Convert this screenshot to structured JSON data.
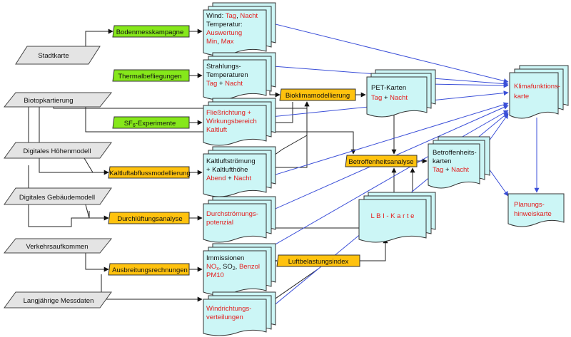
{
  "inputs": {
    "stadtkarte": "Stadtkarte",
    "biotop": "Biotopkartierung",
    "hoehen": "Digitales Höhenmodell",
    "gebaeude": "Digitales Gebäudemodell",
    "verkehr": "Verkehrsaufkommen",
    "messdaten": "Langjährige Messdaten"
  },
  "green": {
    "boden": "Bodenmesskampagne",
    "thermal": "Thermalbefliegungen",
    "sf_pre": "SF",
    "sf_sub": "6",
    "sf_post": "-Experimente"
  },
  "orange": {
    "bioklima": "Bioklimamodellierung",
    "kaltluft": "Kaltluftabflussmodellierung",
    "durchlueftung": "Durchlüftungsanalyse",
    "ausbreitung": "Ausbreitungsrechnungen",
    "luftbelastung": "Luftbelastungsindex",
    "betroffenheit": "Betroffenheitsanalyse"
  },
  "docs": {
    "wind": {
      "l1a": "Wind: ",
      "l1b": "Tag",
      "l1c": ", ",
      "l1d": "Nacht",
      "l2": "Temperatur:",
      "l3": "Auswertung",
      "l4a": "Min",
      "l4b": ", ",
      "l4c": "Max"
    },
    "strahlung": {
      "l1": "Strahlungs-",
      "l2": "Temperaturen",
      "l3a": "Tag",
      "l3b": " + ",
      "l3c": "Nacht"
    },
    "fliess": {
      "l1": "Fließrichtung +",
      "l2": "Wirkungsbereich",
      "l3": "Kaltluft"
    },
    "kaltluftdoc": {
      "l1": "Kaltluftströmung",
      "l2": "+ Kaltlufthöhe",
      "l3a": "Abend",
      "l3b": " + ",
      "l3c": "Nacht"
    },
    "durchstroemung": {
      "l1": "Durchströmungs-",
      "l2": "potenzial"
    },
    "immission": {
      "l1": "Immissionen",
      "l2a": "NO",
      "l2b": "x",
      "l2c": ", SO",
      "l2d": "2",
      "l2e": ", ",
      "l2f": "Benzol",
      "l3": "PM10"
    },
    "windricht": {
      "l1": "Windrichtungs-",
      "l2": "verteilungen"
    },
    "pet": {
      "l1": "PET-Karten",
      "l2a": "Tag",
      "l2b": " + ",
      "l2c": "Nacht"
    },
    "lbi": "L B I - K a r t e",
    "betrkarten": {
      "l1": "Betroffenheits-",
      "l2": "karten",
      "l3a": "Tag",
      "l3b": " + ",
      "l3c": "Nacht"
    },
    "klima": {
      "l1": "Klimafunktions-",
      "l2": "karte"
    },
    "planung": {
      "l1": "Planungs-",
      "l2": "hinweiskarte"
    }
  },
  "colors": {
    "input_fill": "#e4e4e4",
    "green_fill": "#86e81a",
    "orange_fill": "#ffc20e",
    "doc_fill": "#ccf6f6",
    "red_text": "#e31e1e",
    "blue_line": "#3b4fd8"
  }
}
